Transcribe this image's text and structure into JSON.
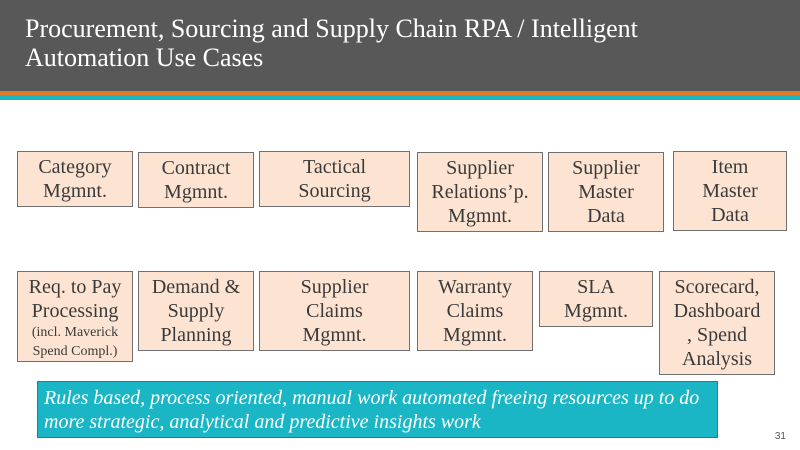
{
  "slide": {
    "title_line1": "Procurement, Sourcing and Supply Chain RPA / Intelligent",
    "title_line2": "Automation Use Cases",
    "page_number": "31"
  },
  "row1": [
    {
      "lines": [
        "Category",
        "Mgmnt."
      ]
    },
    {
      "lines": [
        "Contract",
        "Mgmnt."
      ]
    },
    {
      "lines": [
        "Tactical",
        "Sourcing"
      ]
    },
    {
      "lines": [
        "Supplier",
        "Relations’p.",
        "Mgmnt."
      ]
    },
    {
      "lines": [
        "Supplier",
        "Master",
        "Data"
      ]
    },
    {
      "lines": [
        "Item",
        "Master",
        "Data"
      ]
    }
  ],
  "row2": [
    {
      "lines": [
        "Req. to Pay",
        "Processing"
      ],
      "small": [
        "(incl. Maverick",
        "Spend Compl.)"
      ]
    },
    {
      "lines": [
        "Demand &",
        "Supply",
        "Planning"
      ]
    },
    {
      "lines": [
        "Supplier",
        "Claims",
        "Mgmnt."
      ]
    },
    {
      "lines": [
        "Warranty",
        "Claims",
        "Mgmnt."
      ]
    },
    {
      "lines": [
        "SLA",
        "Mgmnt."
      ]
    },
    {
      "lines": [
        "Scorecard,",
        "Dashboard",
        ", Spend",
        "Analysis"
      ]
    }
  ],
  "note": {
    "line1": "Rules based, process oriented, manual work automated freeing resources up to do",
    "line2": "more strategic, analytical and predictive insights work"
  },
  "colors": {
    "header_bg": "#585858",
    "stripe_orange": "#e07b2a",
    "stripe_teal": "#1ab6c5",
    "box_fill": "#fde3d2"
  }
}
